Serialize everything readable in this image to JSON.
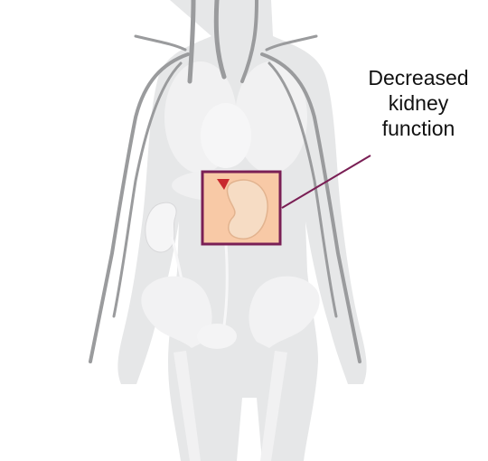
{
  "callout": {
    "lines": [
      "Decreased",
      "kidney",
      "function"
    ]
  },
  "colors": {
    "body": "#e6e7e8",
    "organs": "#f3f3f3",
    "vessels": "#9a9b9d",
    "highlight_border": "#7a1f55",
    "highlight_fill": "#f8c9a6",
    "kidney_fill": "#f6dcc4",
    "adrenal": "#c8282e"
  }
}
